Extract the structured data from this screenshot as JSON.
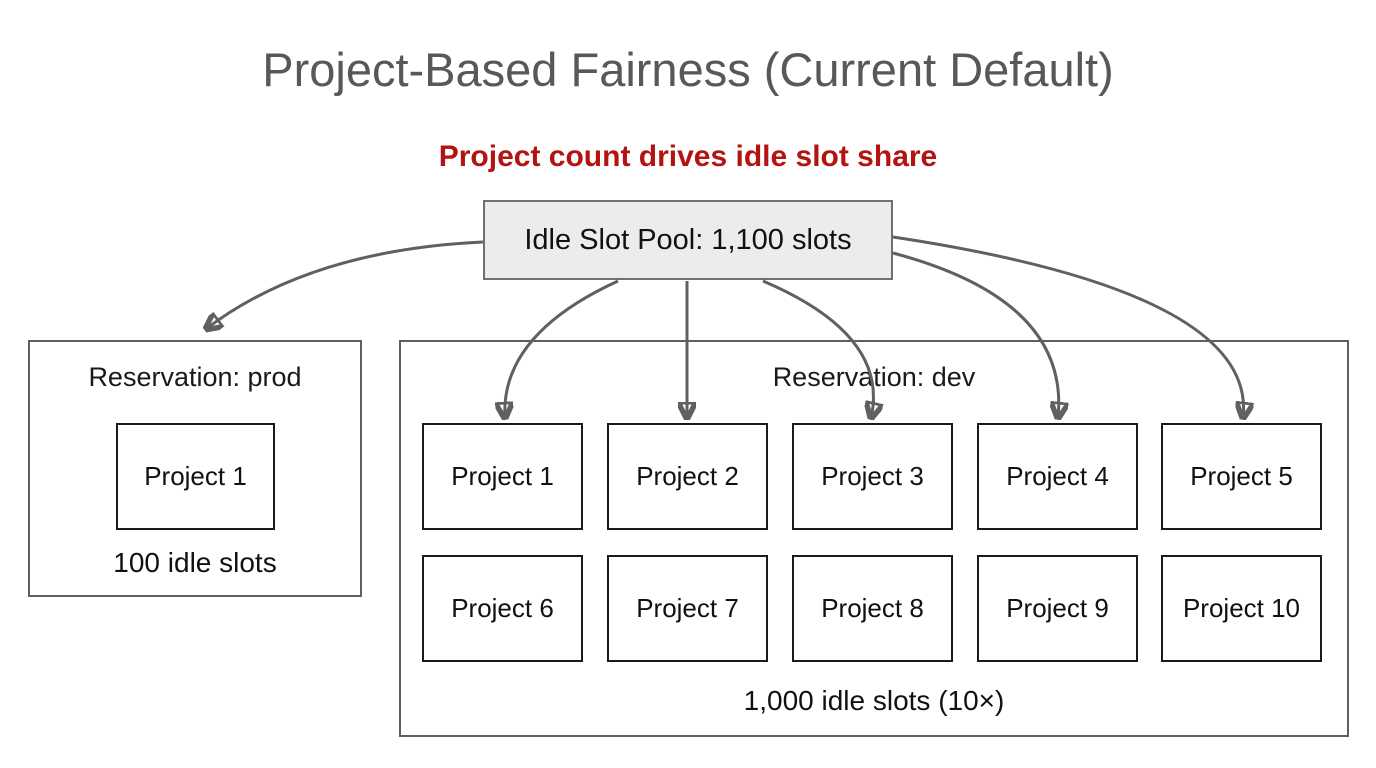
{
  "title": "Project-Based Fairness (Current Default)",
  "subtitle": "Project count drives idle slot share",
  "pool": {
    "label": "Idle Slot Pool: 1,100 slots"
  },
  "reservations": {
    "prod": {
      "label": "Reservation: prod",
      "projects": [
        "Project 1"
      ],
      "idle_note": "100 idle slots"
    },
    "dev": {
      "label": "Reservation: dev",
      "projects": [
        "Project 1",
        "Project 2",
        "Project 3",
        "Project 4",
        "Project 5",
        "Project 6",
        "Project 7",
        "Project 8",
        "Project 9",
        "Project 10"
      ],
      "idle_note": "1,000 idle slots (10×)"
    }
  },
  "arrows": {
    "count": 6,
    "description": "idle slot pool fans out to prod reservation and to each of the 5 top-row dev projects"
  },
  "colors": {
    "title_gray": "#58585a",
    "subtitle_red": "#b31412",
    "arrow_gray": "#606060",
    "pool_fill": "#ececec",
    "pool_border": "#707070",
    "reservation_border": "#5f5f5f",
    "project_border": "#1a1a1a",
    "background": "#ffffff"
  }
}
